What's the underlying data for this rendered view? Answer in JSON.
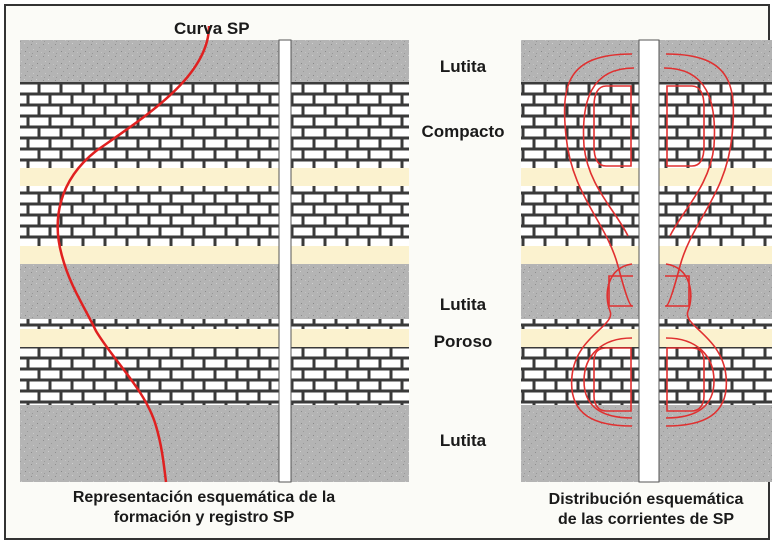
{
  "labels": {
    "sp_curve": "Curva SP",
    "layers": {
      "shale_top": "Lutita",
      "compact": "Compacto",
      "shale_middle": "Lutita",
      "porous": "Poroso",
      "shale_bottom": "Lutita"
    }
  },
  "captions": {
    "left_line1": "Representación esquemática de la",
    "left_line2": "formación y registro SP",
    "right_line1": "Distribución esquemática",
    "right_line2": "de las corrientes de SP"
  },
  "colors": {
    "shale": "#b4b4b4",
    "limestone_mortar": "#3a3a3a",
    "brick": "#ffffff",
    "porous_band": "#fbf2cf",
    "sp_curve": "#e02020",
    "current_lines": "#e03030",
    "borehole": "#ffffff"
  },
  "layer_sequence": [
    "shale",
    "limestone",
    "porous-band",
    "limestone",
    "porous-band",
    "shale",
    "porous-band",
    "limestone",
    "shale"
  ]
}
